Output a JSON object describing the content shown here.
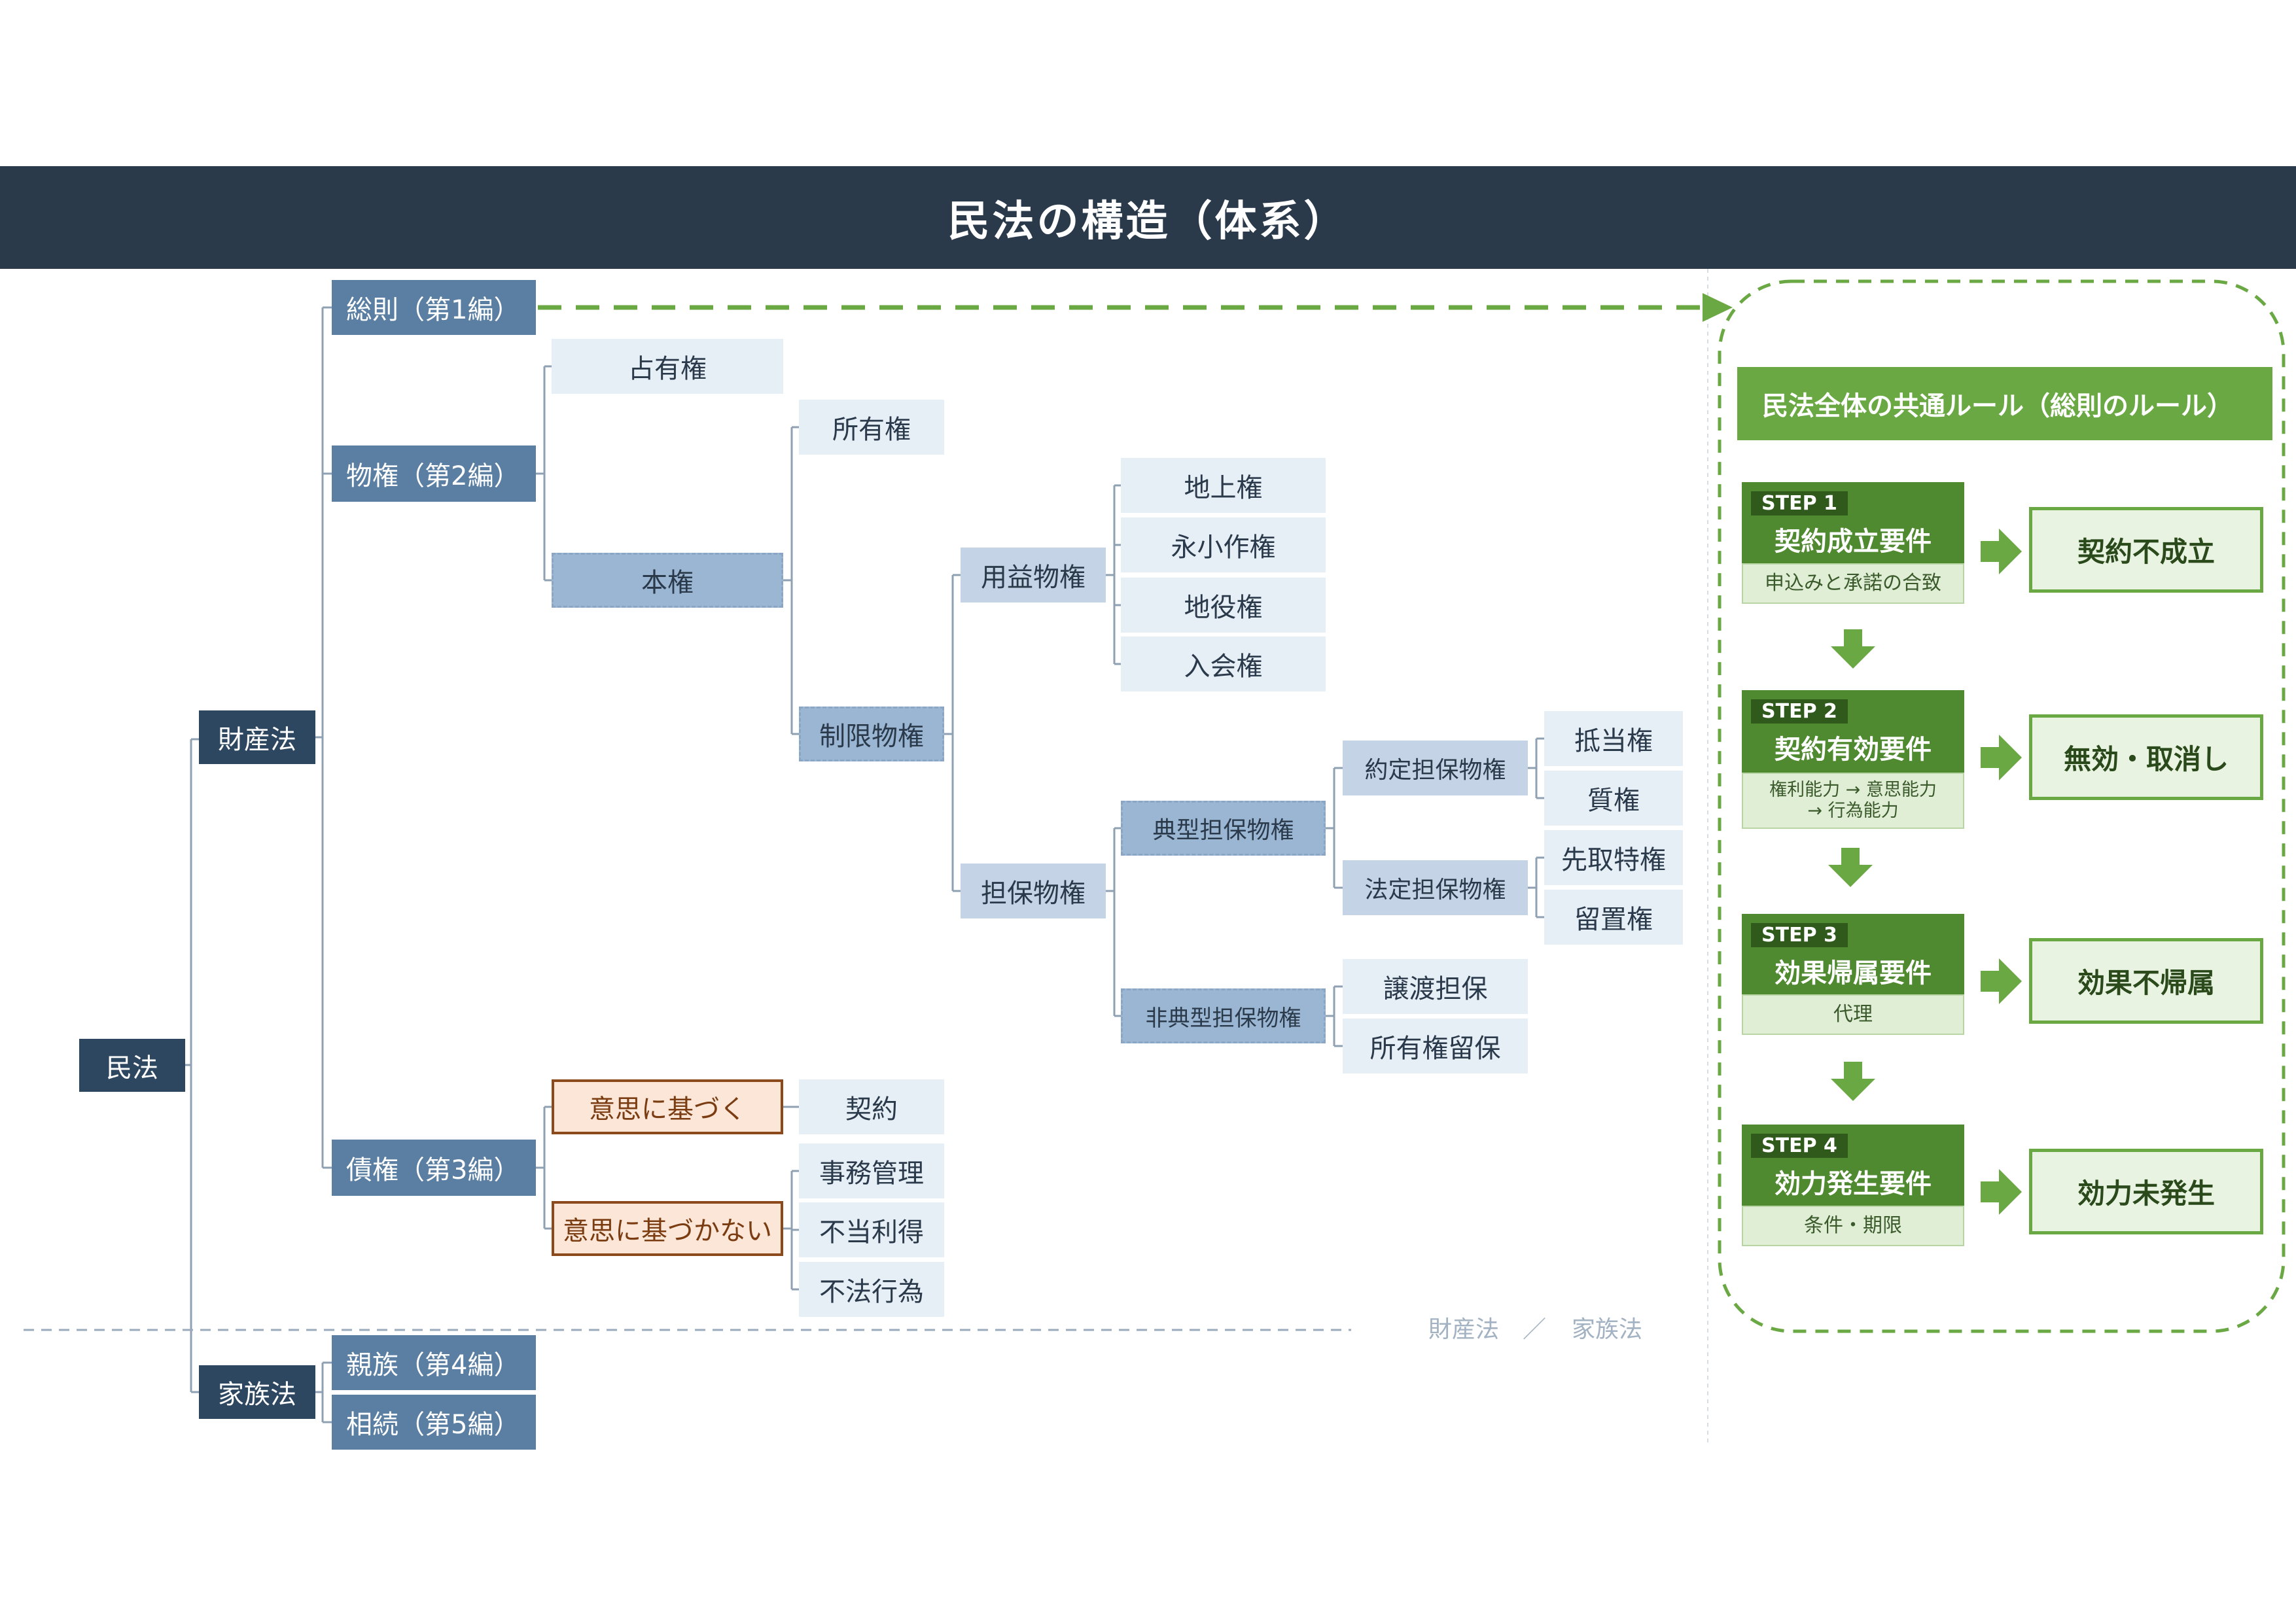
{
  "title": "民法の構造（体系）",
  "tree": {
    "root": "民法",
    "zaisanho": "財産法",
    "kazokuho": "家族法",
    "sosoku": "総則（第1編）",
    "bukken": "物権（第2編）",
    "saiken": "債権（第3編）",
    "shinzoku": "親族（第4編）",
    "sozoku": "相続（第5編）",
    "senyuken": "占有権",
    "honken": "本権",
    "shoyuken": "所有権",
    "seigen_bukken": "制限物権",
    "yoeki_bukken": "用益物権",
    "tanpo_bukken": "担保物権",
    "chijoken": "地上権",
    "eikosakuken": "永小作権",
    "chiekiken": "地役権",
    "iriaiken": "入会権",
    "tenkei_tanpo": "典型担保物権",
    "hitenkei_tanpo": "非典型担保物権",
    "yakutei_tanpo": "約定担保物権",
    "hotei_tanpo": "法定担保物権",
    "teitoken": "抵当権",
    "shichiken": "質権",
    "sakidori": "先取特権",
    "ryuchiken": "留置権",
    "joto_tanpo": "譲渡担保",
    "shoyuken_ryuho": "所有権留保",
    "ishi_yes": "意思に基づく",
    "ishi_no": "意思に基づかない",
    "keiyaku": "契約",
    "jimu_kanri": "事務管理",
    "futo_ritoku": "不当利得",
    "fuho_koi": "不法行為"
  },
  "separator": {
    "left": "財産法",
    "slash": "／",
    "right": "家族法"
  },
  "rules": {
    "heading": "民法全体の共通ルール（総則のルール）",
    "steps": [
      {
        "tag": "STEP 1",
        "name": "契約成立要件",
        "sub": [
          "申込みと承諾の合致"
        ],
        "result": "契約不成立"
      },
      {
        "tag": "STEP 2",
        "name": "契約有効要件",
        "sub": [
          "権利能力 → 意思能力",
          "→ 行為能力"
        ],
        "result": "無効・取消し"
      },
      {
        "tag": "STEP 3",
        "name": "効果帰属要件",
        "sub": [
          "代理"
        ],
        "result": "効果不帰属"
      },
      {
        "tag": "STEP 4",
        "name": "効力発生要件",
        "sub": [
          "条件・期限"
        ],
        "result": "効力未発生"
      }
    ]
  },
  "colors": {
    "title_bg": "#2b3a4b",
    "accent_green": "#6aa843",
    "dark_node": "#2e4760",
    "mid_node": "#5b7fa2"
  }
}
